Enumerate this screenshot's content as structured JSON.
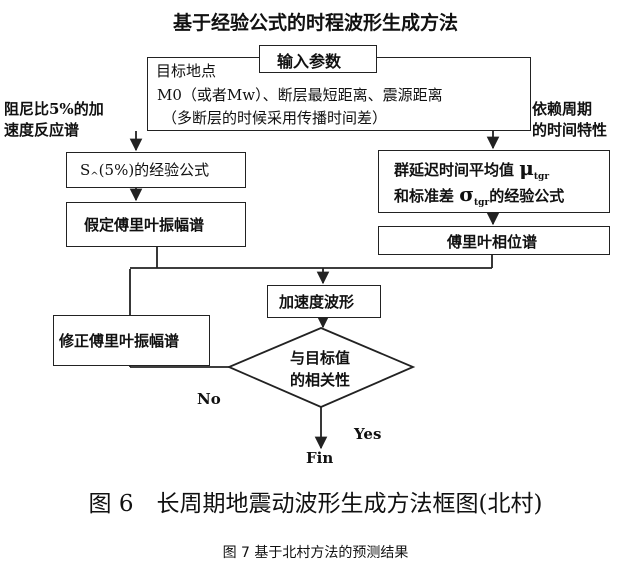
{
  "title": "基于经验公式的时程波形生成方法",
  "input_box": {
    "header": "输入参数",
    "line1": "目标地点",
    "line2": "M0（或者Mw）、断层最短距离、震源距离",
    "line3": "（多断层的时候采用传播时间差）"
  },
  "left_note": {
    "line1": "阻尼比5%的加",
    "line2": "速度反应谱"
  },
  "right_note": {
    "line1": "依赖周期",
    "line2": "的时间特性"
  },
  "left_col": {
    "sa": "S",
    "sa_rest": "(5%)的经验公式",
    "assumed": "假定傅里叶振幅谱",
    "modify": "修正傅里叶振幅谱"
  },
  "right_col": {
    "group_line1": "群延迟时间平均值",
    "mu": "μ",
    "sub1": "tgr",
    "group_line2a": "和标准差",
    "sigma": "σ",
    "sub2": "tgr",
    "group_line2b": "的经验公式",
    "phase": "傅里叶相位谱"
  },
  "center": {
    "accel": "加速度波形",
    "decision_line1": "与目标值",
    "decision_line2": "的相关性",
    "no": "No",
    "yes": "Yes",
    "fin": "Fin"
  },
  "caption_main": "图 6　长周期地震动波形生成方法框图(北村)",
  "caption_sub": "图 7 基于北村方法的预测结果"
}
